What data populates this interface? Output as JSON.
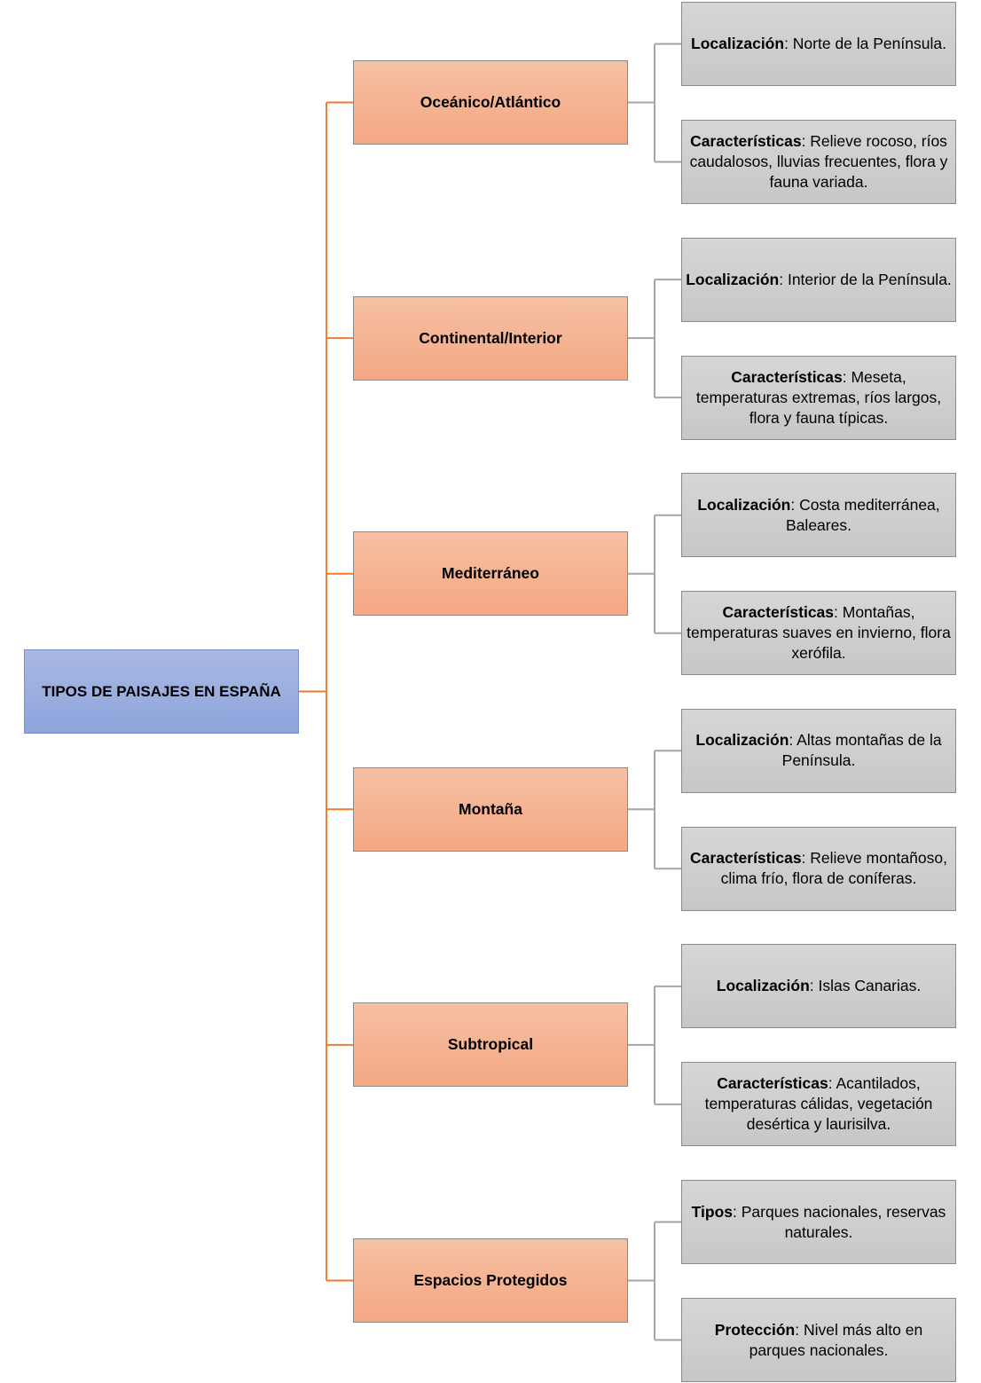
{
  "root": {
    "label": "TIPOS DE PAISAJES EN ESPAÑA"
  },
  "colors": {
    "orange_line": "#ed7d31",
    "gray_line": "#a6a6a6"
  },
  "categories": [
    {
      "label": "Oceánico/Atlántico",
      "details": [
        {
          "term": "Localización",
          "text": ": Norte de la Península."
        },
        {
          "term": "Características",
          "text": ": Relieve rocoso, ríos caudalosos, lluvias frecuentes, flora y fauna variada."
        }
      ]
    },
    {
      "label": "Continental/Interior",
      "details": [
        {
          "term": "Localización",
          "text": ": Interior de la Península."
        },
        {
          "term": "Características",
          "text": ": Meseta, temperaturas extremas, ríos largos, flora y fauna típicas."
        }
      ]
    },
    {
      "label": "Mediterráneo",
      "details": [
        {
          "term": "Localización",
          "text": ": Costa mediterránea, Baleares."
        },
        {
          "term": "Características",
          "text": ": Montañas, temperaturas suaves en invierno, flora xerófila."
        }
      ]
    },
    {
      "label": "Montaña",
      "details": [
        {
          "term": "Localización",
          "text": ": Altas montañas de la Península."
        },
        {
          "term": "Características",
          "text": ": Relieve montañoso, clima frío, flora de coníferas."
        }
      ]
    },
    {
      "label": "Subtropical",
      "details": [
        {
          "term": "Localización",
          "text": ": Islas Canarias."
        },
        {
          "term": "Características",
          "text": ": Acantilados, temperaturas cálidas, vegetación desértica y laurisilva."
        }
      ]
    },
    {
      "label": "Espacios Protegidos",
      "details": [
        {
          "term": "Tipos",
          "text": ": Parques nacionales, reservas naturales."
        },
        {
          "term": "Protección",
          "text": ": Nivel más alto en parques nacionales."
        }
      ]
    }
  ]
}
